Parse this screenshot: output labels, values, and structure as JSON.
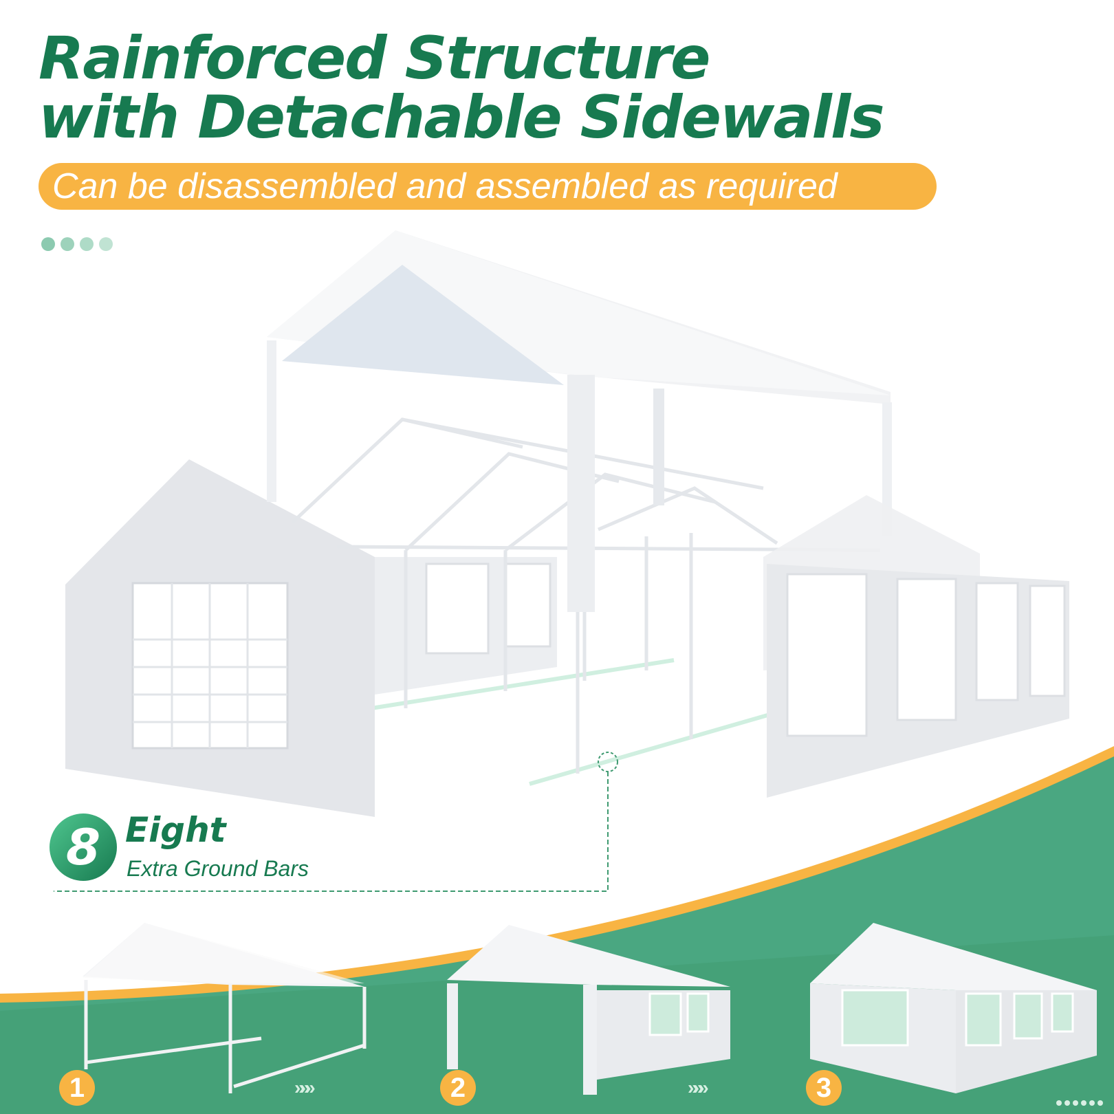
{
  "headline": {
    "line1": "Rainforced Structure",
    "line2": "with Detachable Sidewalls"
  },
  "subtitle": "Can be disassembled and assembled as required",
  "feature": {
    "number": "8",
    "title": "Eight",
    "caption": "Extra Ground Bars"
  },
  "steps": [
    {
      "number": "1"
    },
    {
      "number": "2"
    },
    {
      "number": "3"
    }
  ],
  "arrows": "»»»",
  "colors": {
    "brand_green": "#177a50",
    "accent_orange": "#f8b443",
    "grass_green": "#4aa781"
  }
}
